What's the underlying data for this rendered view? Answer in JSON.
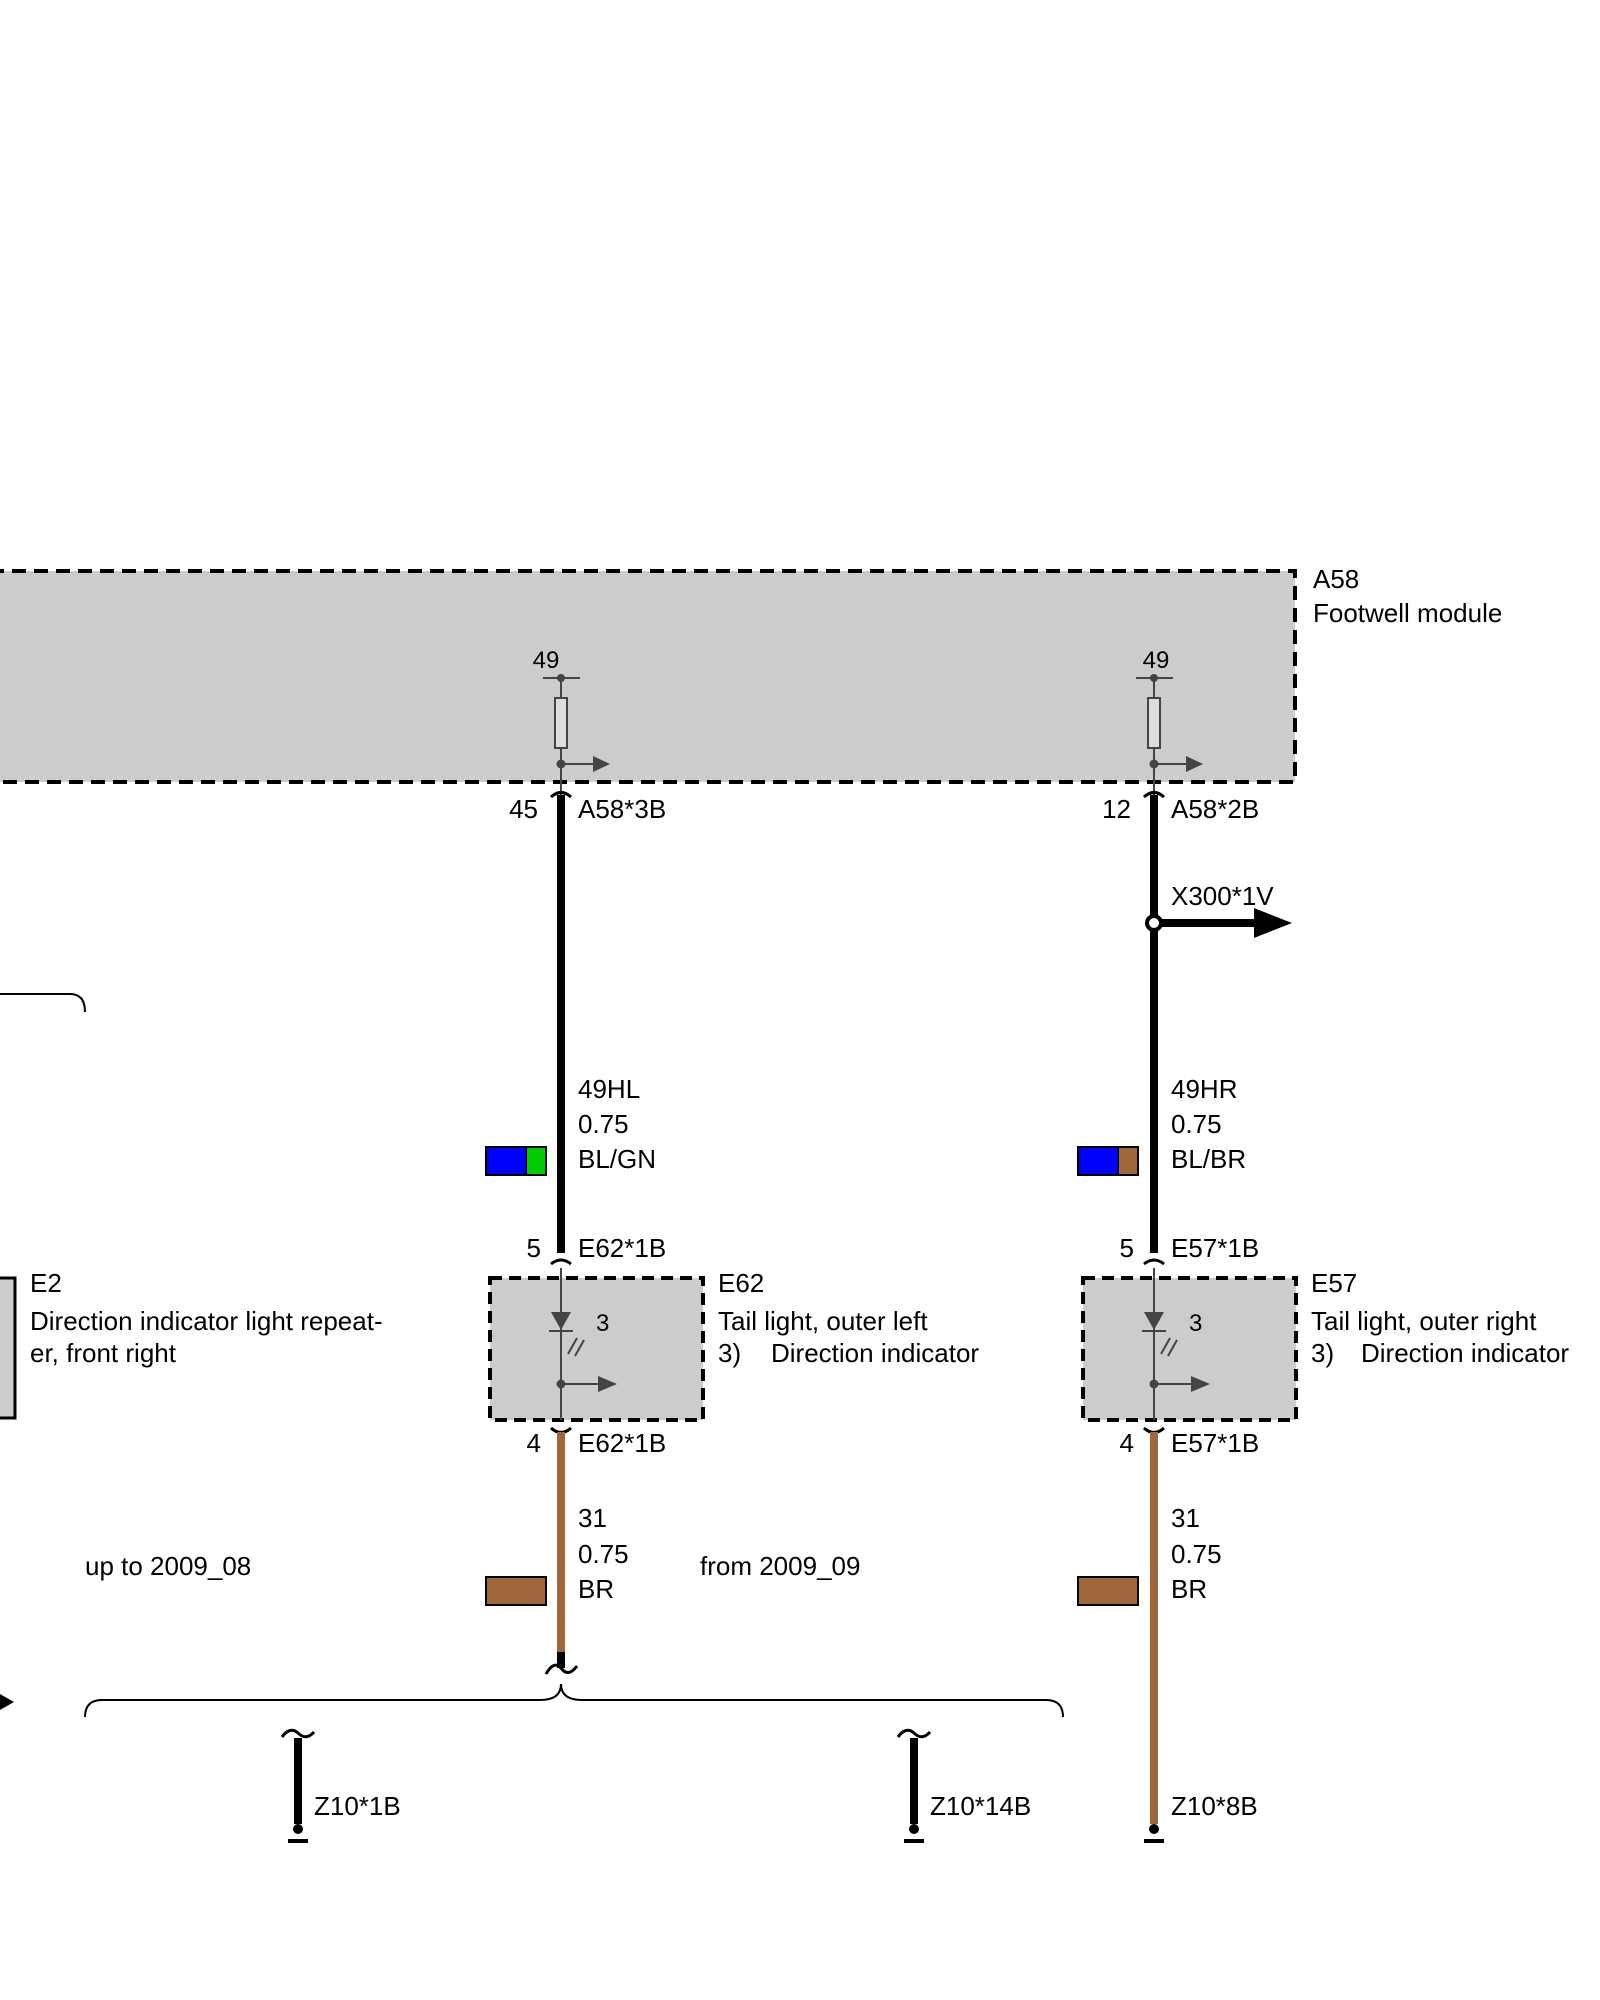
{
  "modules": {
    "a58": {
      "id": "A58",
      "name": "Footwell module"
    },
    "e2": {
      "id": "E2",
      "name_line1": "Direction indicator light repeat-",
      "name_line2": "er, front right"
    },
    "e62": {
      "id": "E62",
      "name": "Tail light, outer left",
      "note_num": "3)",
      "note_text": "Direction indicator"
    },
    "e57": {
      "id": "E57",
      "name": "Tail light, outer right",
      "note_num": "3)",
      "note_text": "Direction indicator"
    }
  },
  "left_branch": {
    "pin_top_label": "49",
    "pin_a58": "45",
    "conn_a58": "A58*3B",
    "wire": {
      "id": "49HL",
      "gauge": "0.75",
      "color": "BL/GN"
    },
    "colors": [
      "#0000ff",
      "#00cc00"
    ],
    "pin_e62_in": "5",
    "conn_e62_in": "E62*1B",
    "inner_pin": "3",
    "pin_e62_out": "4",
    "conn_e62_out": "E62*1B",
    "ground_wire": {
      "id": "31",
      "gauge": "0.75",
      "color": "BR"
    },
    "ground_color": "#a0683a"
  },
  "right_branch": {
    "pin_top_label": "49",
    "pin_a58": "12",
    "conn_a58": "A58*2B",
    "branch_conn": "X300*1V",
    "wire": {
      "id": "49HR",
      "gauge": "0.75",
      "color": "BL/BR"
    },
    "colors": [
      "#0000ff",
      "#a0683a"
    ],
    "pin_e57_in": "5",
    "conn_e57_in": "E57*1B",
    "inner_pin": "3",
    "pin_e57_out": "4",
    "conn_e57_out": "E57*1B",
    "ground_wire": {
      "id": "31",
      "gauge": "0.75",
      "color": "BR"
    },
    "ground_color": "#a0683a",
    "ground_conn": "Z10*8B"
  },
  "variants": {
    "up_to": "up to 2009_08",
    "from": "from 2009_09",
    "ground_a": "Z10*1B",
    "ground_b": "Z10*14B"
  }
}
